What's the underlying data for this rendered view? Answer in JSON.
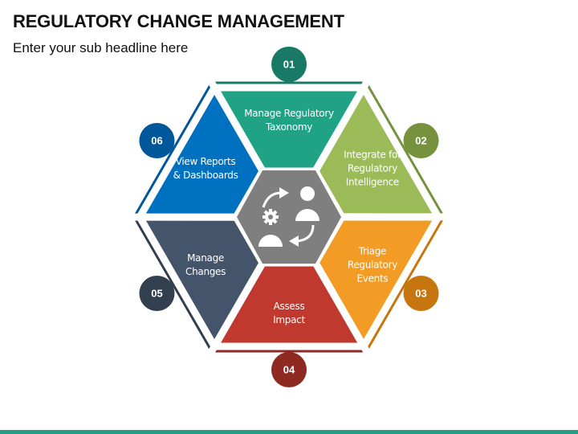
{
  "title": "REGULATORY CHANGE MANAGEMENT",
  "subtitle": "Enter your sub headline here",
  "center_icon": "people-exchange-gear-icon",
  "center_color": "#7f7f7f",
  "steps": [
    {
      "number": "01",
      "lines": [
        "Manage Regulatory",
        "Taxonomy"
      ],
      "color": "#20a385",
      "dark": "#187a66"
    },
    {
      "number": "02",
      "lines": [
        "Integrate for",
        "Regulatory",
        "Intelligence"
      ],
      "color": "#9bbb59",
      "dark": "#76923c"
    },
    {
      "number": "03",
      "lines": [
        "Triage",
        "Regulatory",
        "Events"
      ],
      "color": "#f29c26",
      "dark": "#c7760f"
    },
    {
      "number": "04",
      "lines": [
        "Assess",
        "Impact"
      ],
      "color": "#c0392f",
      "dark": "#8e2a22"
    },
    {
      "number": "05",
      "lines": [
        "Manage",
        "Changes"
      ],
      "color": "#44546a",
      "dark": "#323f4f"
    },
    {
      "number": "06",
      "lines": [
        "View Reports",
        "& Dashboards"
      ],
      "color": "#0070c0",
      "dark": "#00589a"
    }
  ]
}
